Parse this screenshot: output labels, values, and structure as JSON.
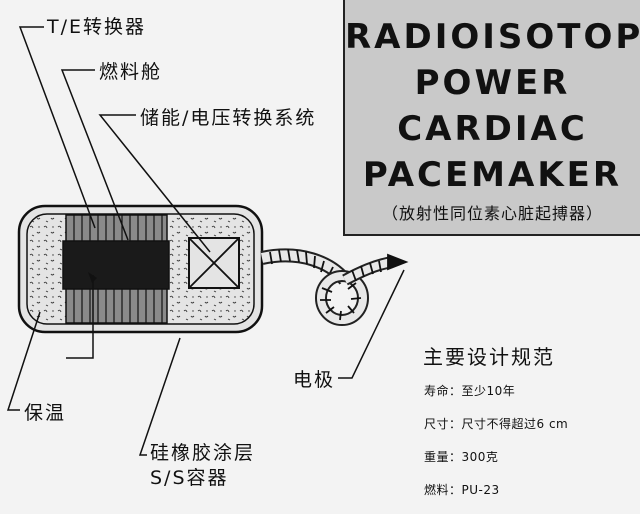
{
  "labels": {
    "te_converter": "T/E转换器",
    "fuel_capsule": "燃料舱",
    "storage_system": "储能/电压转换系统",
    "insulation": "保温",
    "electrode": "电极",
    "coating_line1": "硅橡胶涂层",
    "coating_line2": "S/S容器"
  },
  "title": {
    "lines": [
      "RADIOISOTOPE",
      "POWER",
      "CARDIAC",
      "PACEMAKER"
    ],
    "subtitle": "（放射性同位素心脏起搏器）"
  },
  "specs": {
    "heading": "主要设计规范",
    "items": [
      {
        "text": "寿命：至少10年"
      },
      {
        "text": "尺寸：尺寸不得超过6 cm"
      },
      {
        "text": "重量：300克"
      },
      {
        "text": "燃料：PU-23"
      }
    ]
  },
  "colors": {
    "background": "#f3f3f3",
    "title_box": "#c9c9c9",
    "ink": "#111111"
  }
}
